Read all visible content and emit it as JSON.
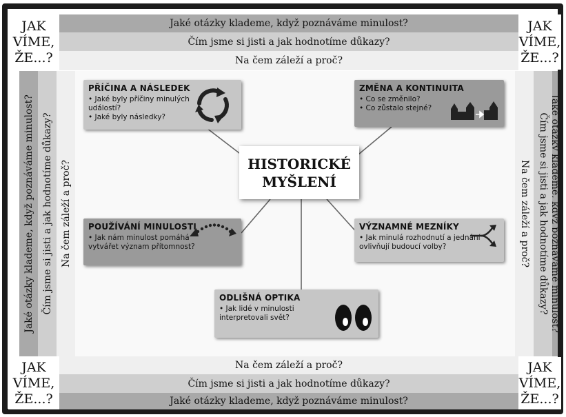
{
  "corner_text": [
    "JAK",
    "VÍME,",
    "ŽE...?"
  ],
  "bands": {
    "outer": "Jaké otázky klademe, když poznáváme minulost?",
    "middle": "Čím jsme si jisti a jak hodnotíme důkazy?",
    "inner": "Na čem záleží a proč?"
  },
  "center": "HISTORICKÉ\nMYŠLENÍ",
  "boxes": {
    "cause": {
      "title": "PŘÍČINA A NÁSLEDEK",
      "items": [
        "Jaké byly příčiny minulých událostí?",
        "Jaké byly následky?"
      ]
    },
    "change": {
      "title": "ZMĚNA A KONTINUITA",
      "items": [
        "Co se změnilo?",
        "Co zůstalo stejné?"
      ]
    },
    "use": {
      "title": "POUŽÍVÁNÍ MINULOSTI",
      "items": [
        "Jak nám minulost pomáhá vytvářet význam přítomnost?"
      ]
    },
    "turning": {
      "title": "VÝZNAMNÉ MEZNÍKY",
      "items": [
        "Jak minulá rozhodnutí a jednání ovlivňují budoucí volby?"
      ]
    },
    "optics": {
      "title": "ODLIŠNÁ OPTIKA",
      "items": [
        "Jak lidé v minulosti interpretovali svět?"
      ]
    }
  },
  "colors": {
    "dark": "#a9a9a9",
    "mid": "#cfcfcf",
    "light": "#efefef",
    "frame": "#1c1c1c"
  }
}
